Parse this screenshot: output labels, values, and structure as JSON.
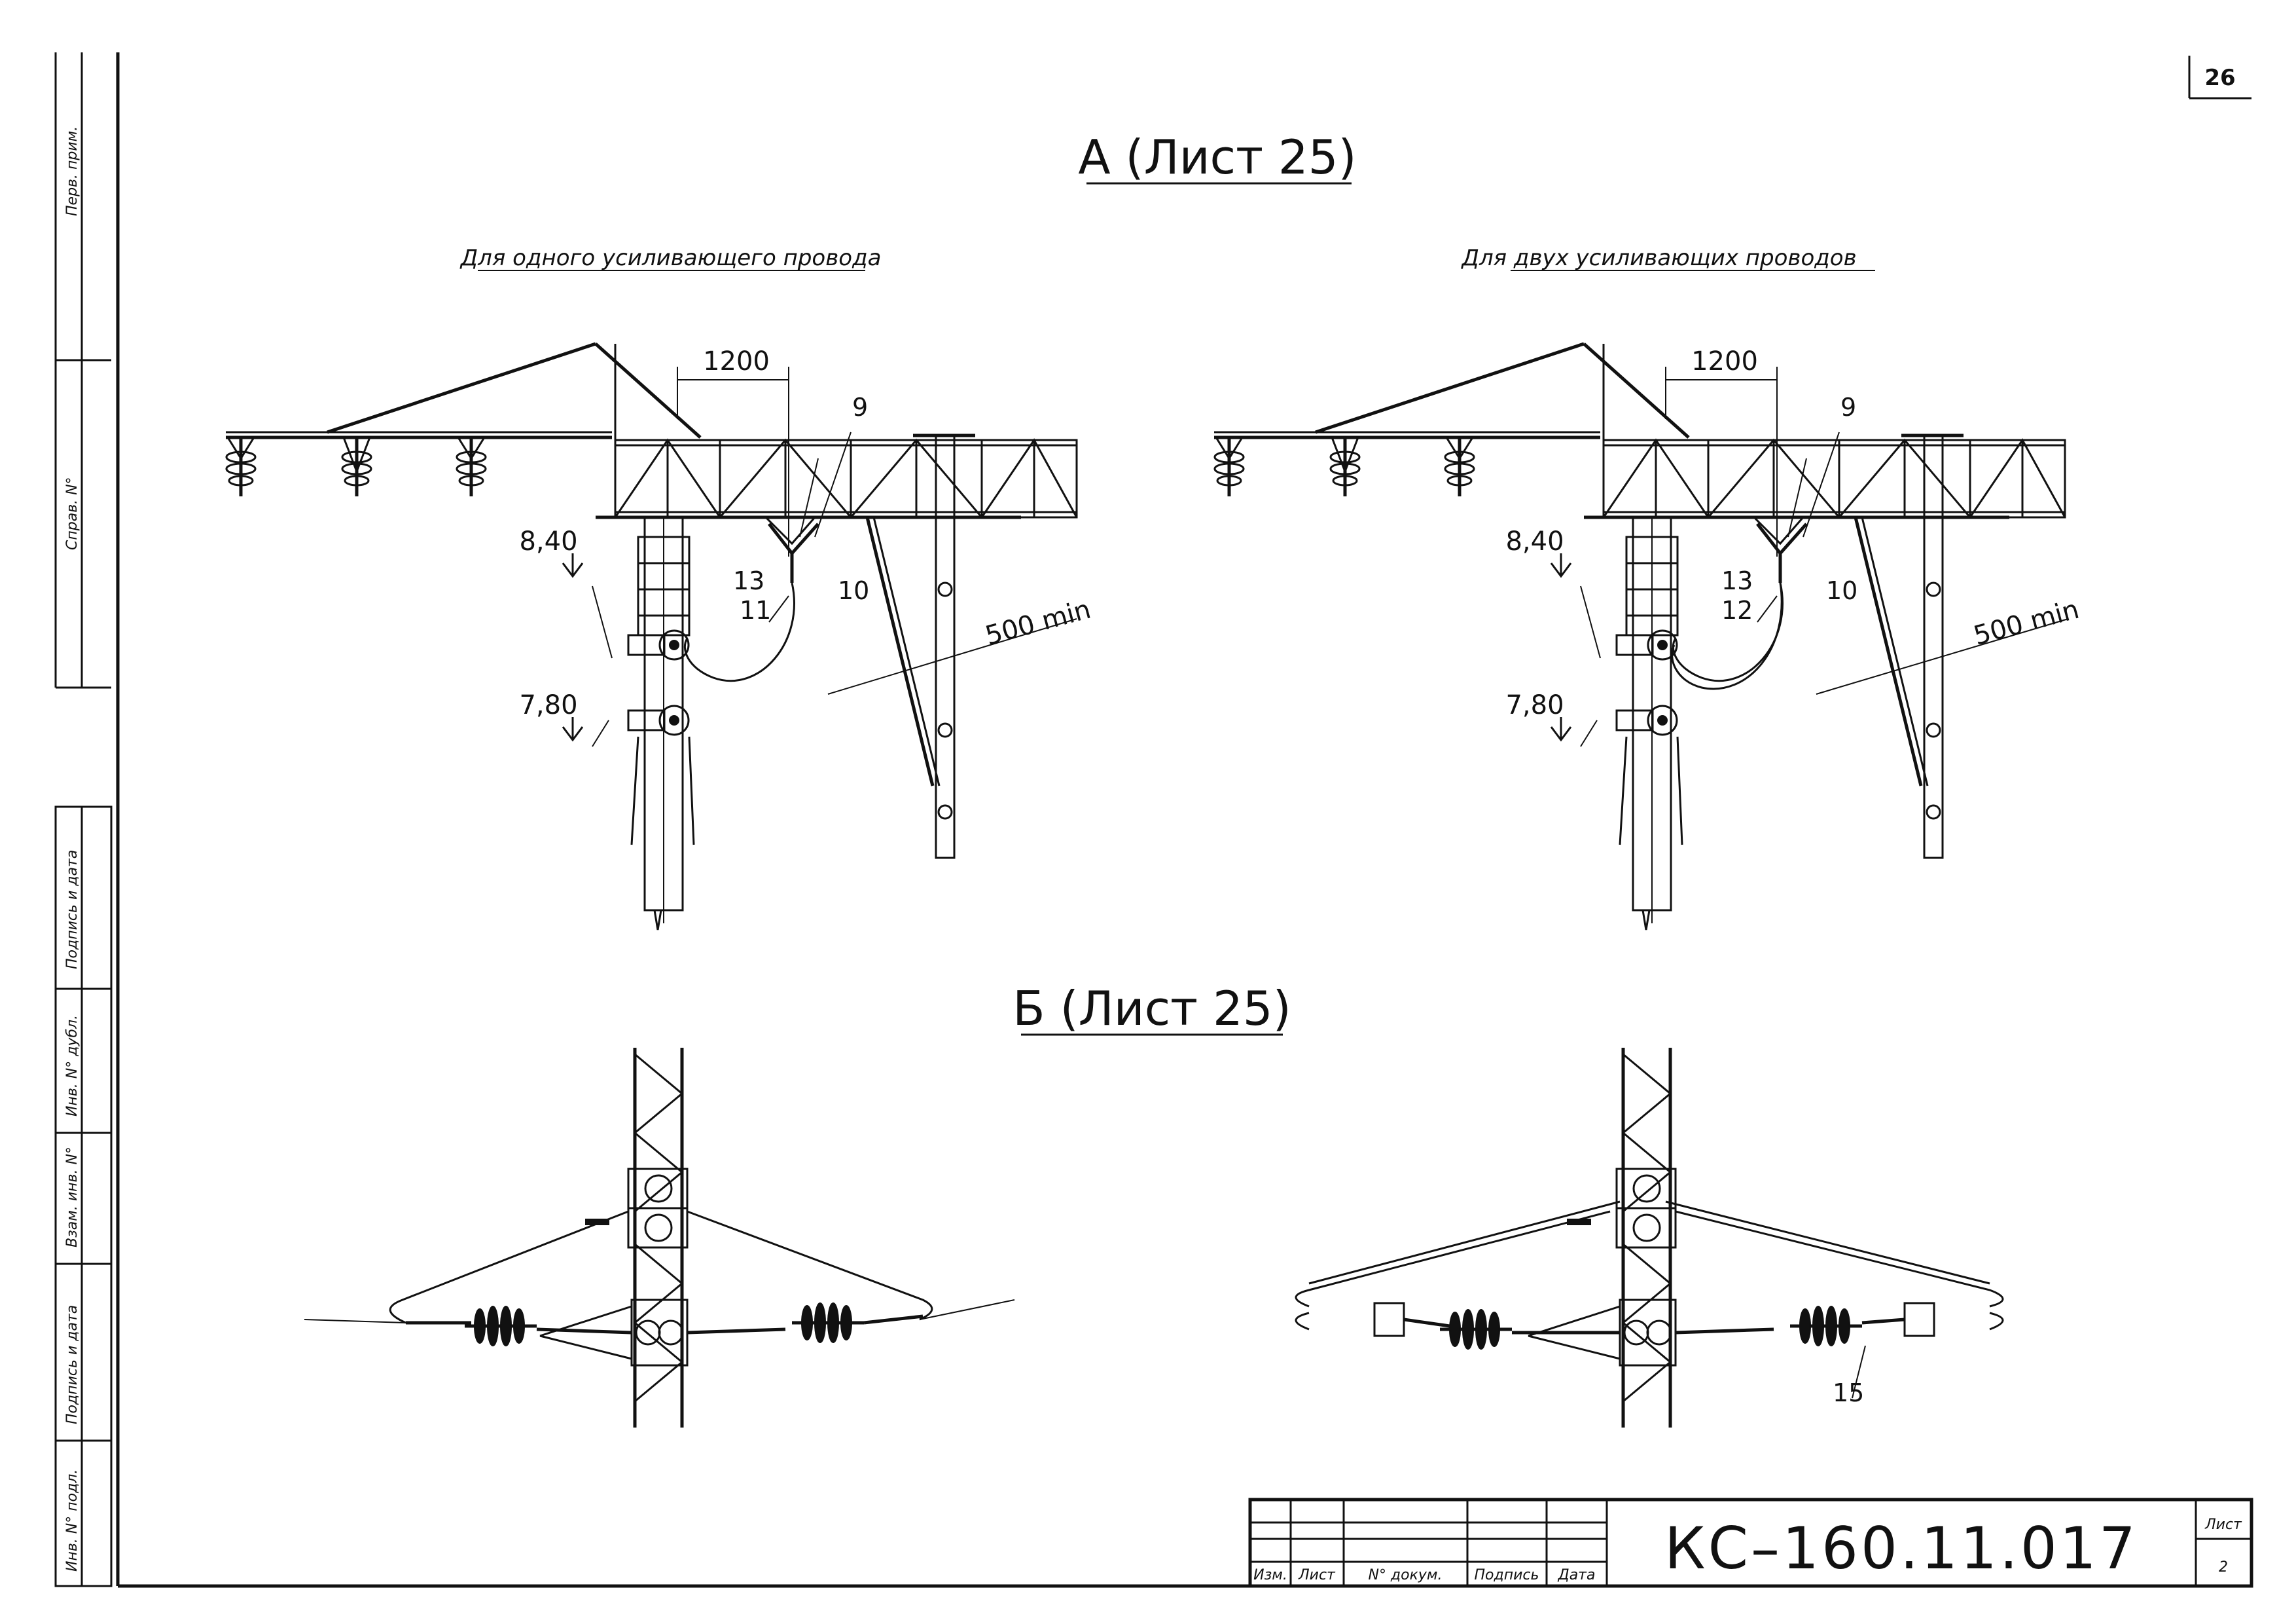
{
  "sheet": {
    "page_number": "26",
    "view_a_title": "А (Лист 25)",
    "view_b_title": "Б (Лист 25)",
    "left_caption": "Для одного усиливающего провода",
    "right_caption": "Для двух усиливающих проводов"
  },
  "left_view": {
    "dim_span": "1200",
    "level_upper": "8,40",
    "level_lower": "7,80",
    "dim_clearance": "500 min",
    "callouts": [
      "9",
      "13",
      "11",
      "10"
    ]
  },
  "right_view": {
    "dim_span": "1200",
    "level_upper": "8,40",
    "level_lower": "7,80",
    "dim_clearance": "500 min",
    "callouts": [
      "9",
      "13",
      "12",
      "10"
    ]
  },
  "plan_right_callout": "15",
  "side_stamp": [
    "Перв. прим.",
    "Справ. N°",
    "Подпись и дата",
    "Инв. N° дубл.",
    "Взам. инв. N°",
    "Подпись и дата",
    "Инв. N° подл."
  ],
  "title_block": {
    "headers": [
      "Изм.",
      "Лист",
      "N° докум.",
      "Подпись",
      "Дата"
    ],
    "document_code": "КС–160.11.017",
    "sheet_label": "Лист",
    "sheet_value": "2"
  }
}
